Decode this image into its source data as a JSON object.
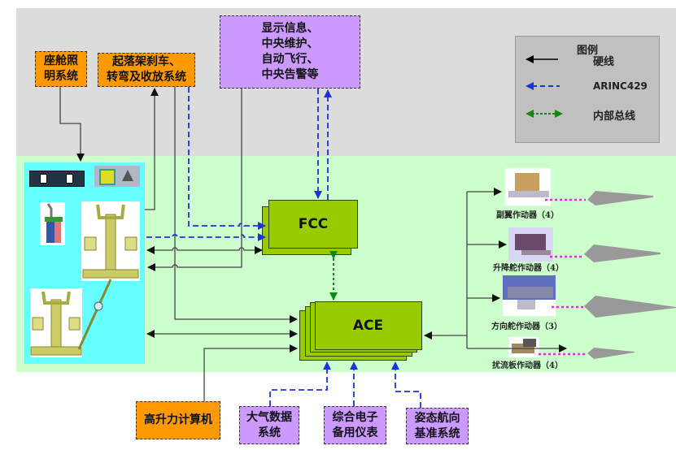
{
  "zones": {
    "external": "aircraft-systems-zone",
    "internal": "flight-control-zone"
  },
  "top_boxes": {
    "cabin_lighting": "座舱照\n明系统",
    "landing_gear": "起落架刹车、\n转弯及收放系统",
    "display_info": "显示信息、\n中央维护、\n自动飞行、\n中央告警等"
  },
  "legend": {
    "title": "图例",
    "items": [
      {
        "label": "硬线",
        "line": "solid",
        "color": "#000000"
      },
      {
        "label": "ARINC429",
        "line": "dashed",
        "color": "#0000ff"
      },
      {
        "label": "内部总线",
        "line": "dotted",
        "color": "#008000"
      }
    ]
  },
  "modules": {
    "fcc": "FCC",
    "ace": "ACE"
  },
  "actuators": [
    {
      "label": "副翼作动器（4）",
      "color": "#c8a060"
    },
    {
      "label": "升降舵作动器（4）",
      "color": "#6a4a6a"
    },
    {
      "label": "方向舵作动器（3）",
      "color": "#6070a0"
    },
    {
      "label": "扰流板作动器（4）",
      "color": "#a08860"
    }
  ],
  "bottom_boxes": {
    "high_lift": "高升力计算机",
    "air_data": "大气数据\n系统",
    "standby_instruments": "综合电子\n备用仪表",
    "ahrs": "姿态航向\n基准系统"
  },
  "colors": {
    "hardwire": "#333333",
    "arinc429": "#1a33dd",
    "internal_bus": "#118811",
    "mechanical_link": "#dd33dd",
    "surface": "#999999",
    "module_fill": "#99cc00",
    "orange": "#ff9900",
    "purple": "#cc99ff"
  }
}
